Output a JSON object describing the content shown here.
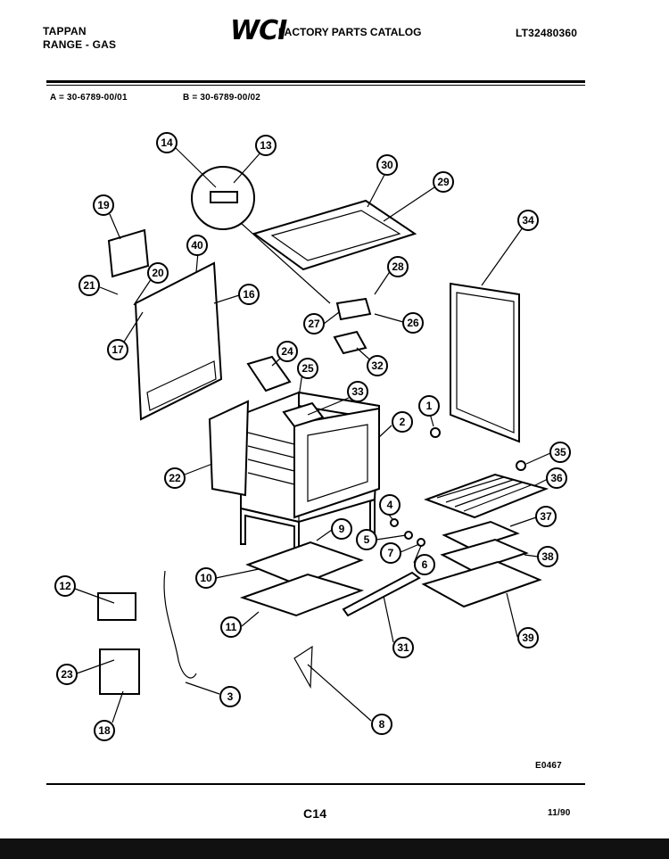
{
  "header": {
    "brand": "TAPPAN",
    "product": "RANGE - GAS",
    "logo_text": "WCI",
    "catalog_title": "FACTORY PARTS CATALOG",
    "model_number": "LT32480360"
  },
  "variants": {
    "a": "A = 30-6789-00/01",
    "b": "B = 30-6789-00/02"
  },
  "diagram": {
    "callouts": [
      "14",
      "13",
      "30",
      "29",
      "19",
      "40",
      "34",
      "20",
      "21",
      "16",
      "28",
      "17",
      "27",
      "26",
      "32",
      "24",
      "25",
      "33",
      "1",
      "2",
      "35",
      "22",
      "36",
      "4",
      "9",
      "37",
      "5",
      "7",
      "38",
      "10",
      "12",
      "6",
      "11",
      "31",
      "39",
      "23",
      "3",
      "18",
      "8"
    ]
  },
  "footer": {
    "drawing_code": "E0467",
    "page": "C14",
    "date": "11/90"
  }
}
